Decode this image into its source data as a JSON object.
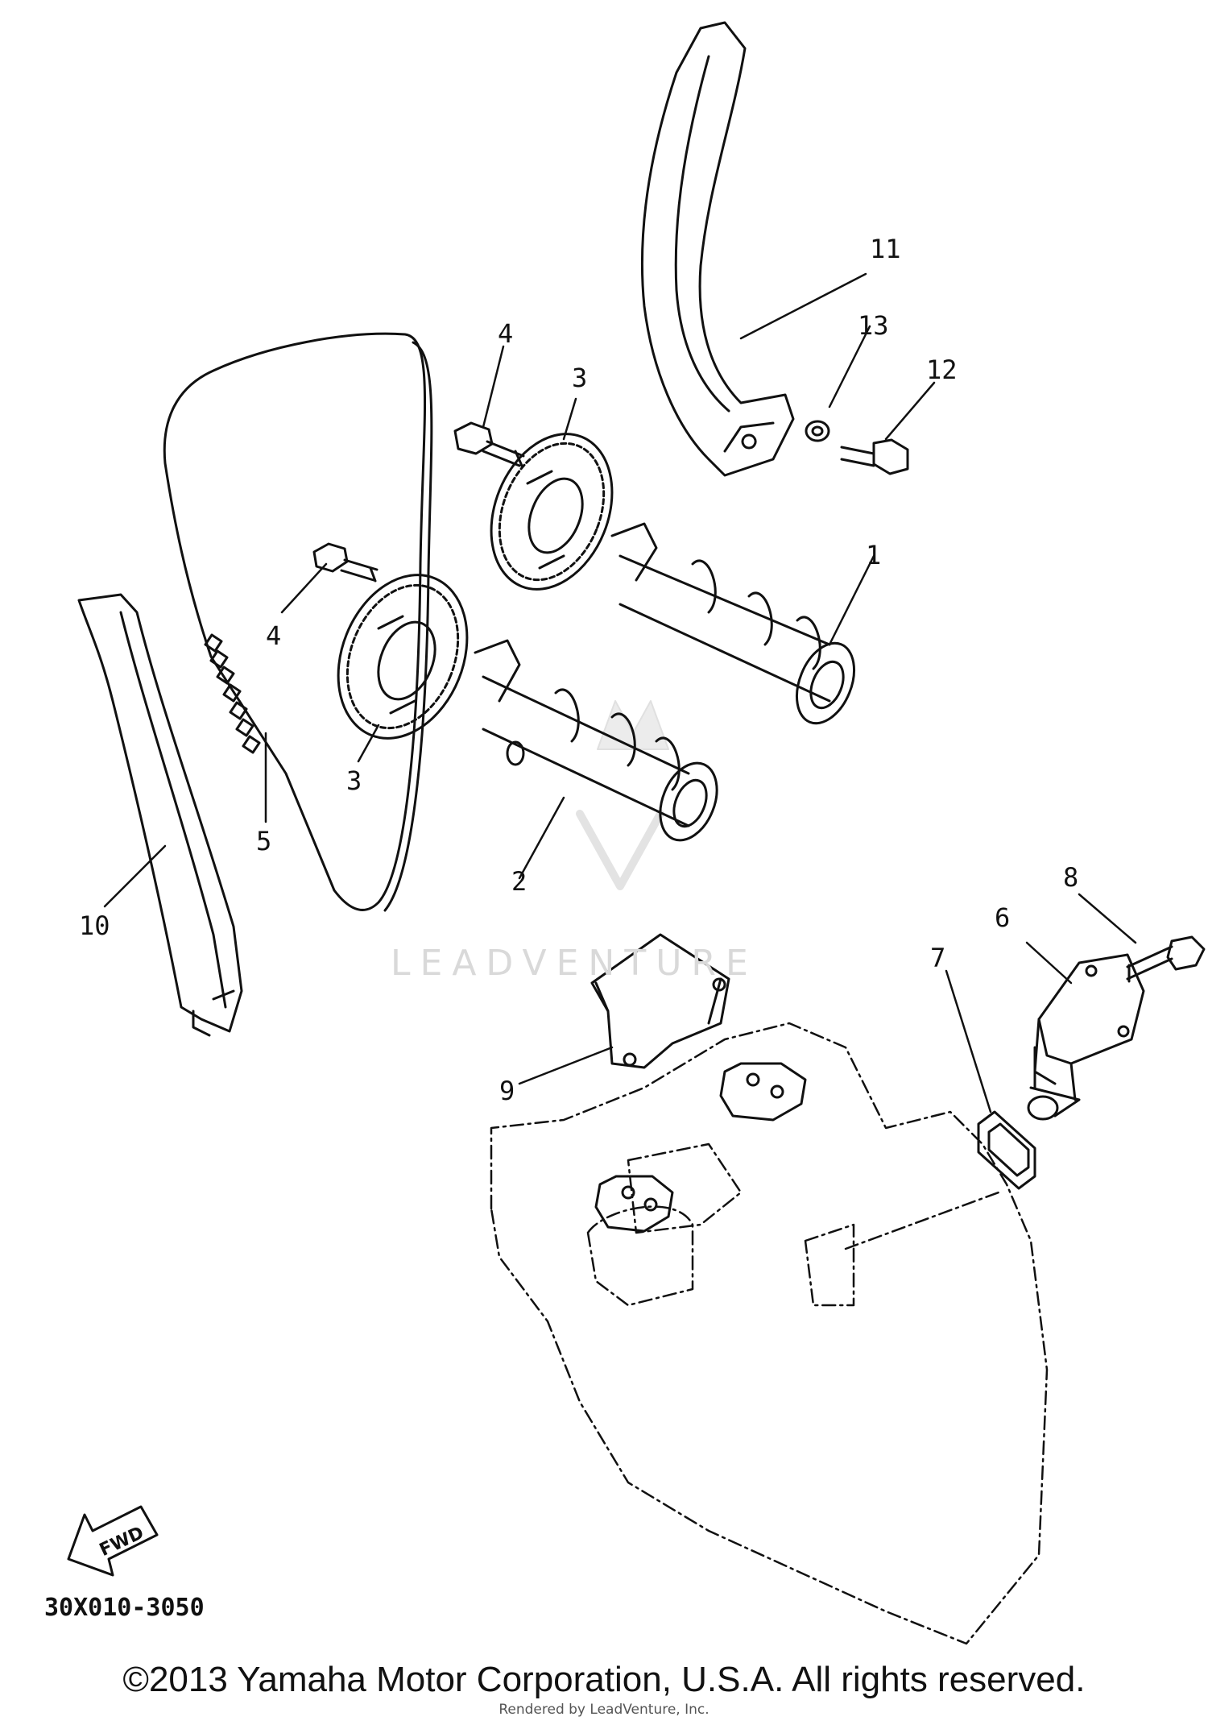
{
  "diagram": {
    "callouts": {
      "c1": "1",
      "c2": "2",
      "c3a": "3",
      "c3b": "3",
      "c4a": "4",
      "c4b": "4",
      "c5": "5",
      "c6": "6",
      "c7": "7",
      "c8": "8",
      "c9": "9",
      "c10": "10",
      "c11": "11",
      "c12": "12",
      "c13": "13"
    },
    "fwd_label": "FWD",
    "watermark": "LEADVENTURE",
    "diagram_code": "30X010-3050"
  },
  "footer": {
    "copyright": "©2013 Yamaha Motor Corporation, U.S.A. All rights reserved.",
    "rendered_by": "Rendered by LeadVenture, Inc."
  },
  "colors": {
    "ink": "#111111",
    "watermark": "#d9d9d9"
  }
}
